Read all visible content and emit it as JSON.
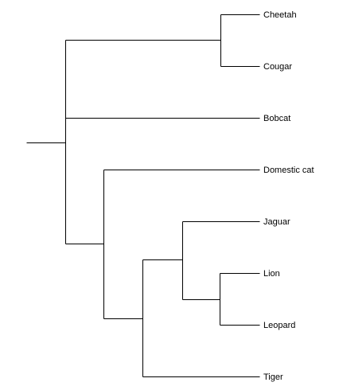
{
  "tree": {
    "leaves": [
      {
        "id": "cheetah",
        "label": "Cheetah"
      },
      {
        "id": "cougar",
        "label": "Cougar"
      },
      {
        "id": "bobcat",
        "label": "Bobcat"
      },
      {
        "id": "domestic-cat",
        "label": "Domestic cat"
      },
      {
        "id": "jaguar",
        "label": "Jaguar"
      },
      {
        "id": "lion",
        "label": "Lion"
      },
      {
        "id": "leopard",
        "label": "Leopard"
      },
      {
        "id": "tiger",
        "label": "Tiger"
      }
    ],
    "topology": "((Cheetah,Cougar),Bobcat,(Domestic cat,((Jaguar,(Lion,Leopard)),Tiger)))"
  }
}
